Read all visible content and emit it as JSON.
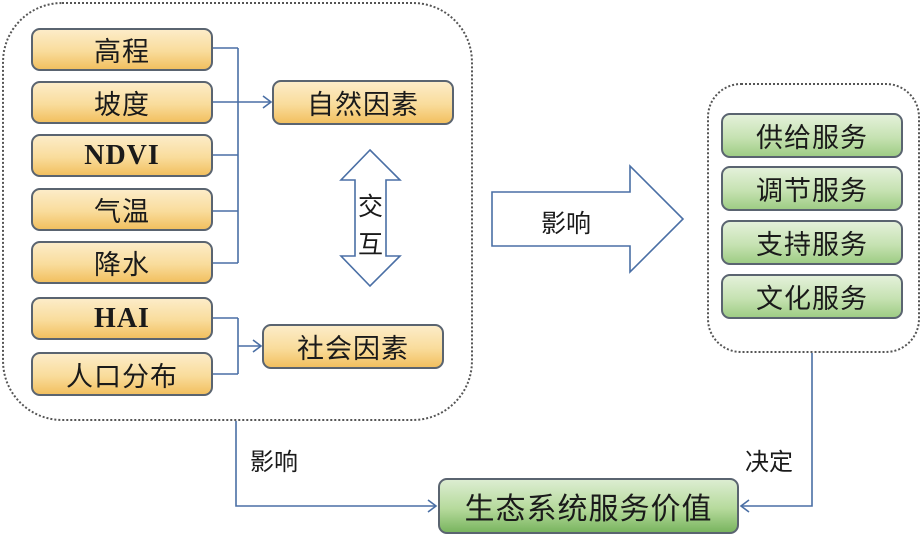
{
  "natural_factors": {
    "inputs": [
      "高程",
      "坡度",
      "NDVI",
      "气温",
      "降水"
    ],
    "group_label": "自然因素"
  },
  "social_factors": {
    "inputs": [
      "HAI",
      "人口分布"
    ],
    "group_label": "社会因素"
  },
  "interaction_label": [
    "交",
    "互"
  ],
  "influence_arrow_label": "影响",
  "ecosystem_services": [
    "供给服务",
    "调节服务",
    "支持服务",
    "文化服务"
  ],
  "bottom_influence_label": "影响",
  "determine_label": "决定",
  "result_label": "生态系统服务价值",
  "colors": {
    "connector": "#4a6fa5",
    "factor_fill": "#f9dc9b",
    "service_fill": "#c6e2b2",
    "result_fill": "#8fc477",
    "box_border": "#5a6470"
  }
}
